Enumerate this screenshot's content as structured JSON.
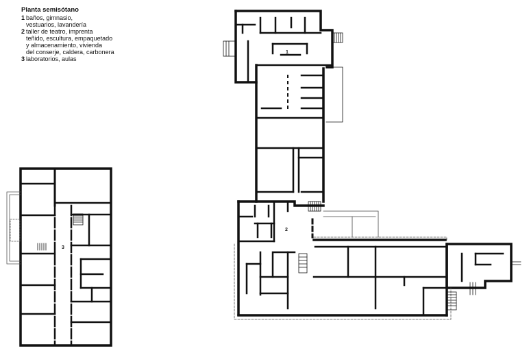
{
  "legend": {
    "title": "Planta semisótano",
    "items": [
      {
        "num": "1",
        "text": "baños, gimnasio,\nvestuarios, lavandería"
      },
      {
        "num": "2",
        "text": "taller de teatro, imprenta\nteñido, escultura, empaquetado\ny almacenamiento, vivienda\ndel conserje, caldera, carbonera"
      },
      {
        "num": "3",
        "text": "laboratorios, aulas"
      }
    ]
  },
  "labels": {
    "zone1": "1",
    "zone2": "2",
    "zone3": "3"
  },
  "colors": {
    "wall": "#111111",
    "thin": "#333333",
    "dashed": "#555555"
  }
}
